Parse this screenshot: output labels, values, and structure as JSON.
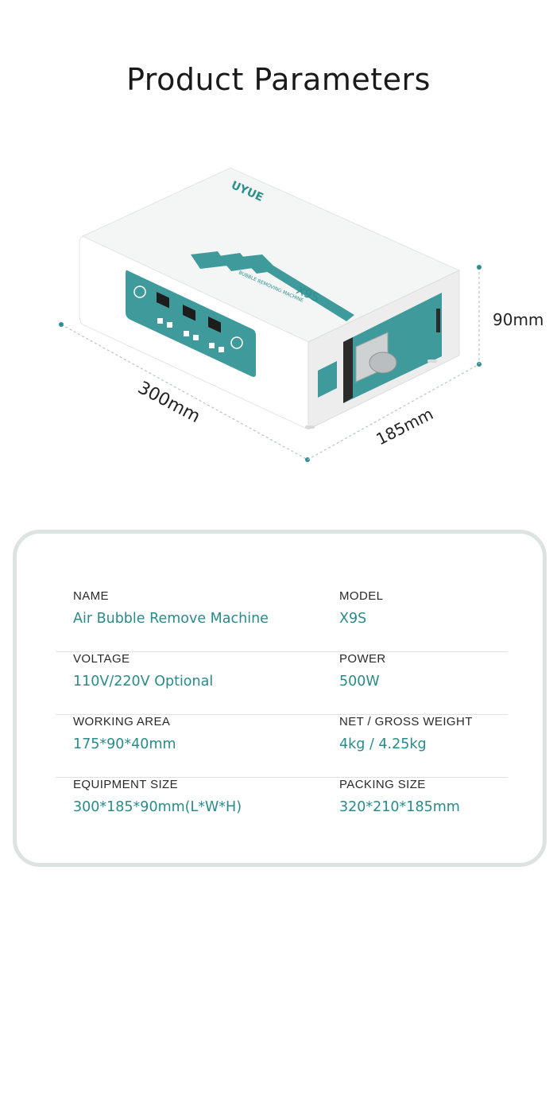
{
  "page": {
    "title": "Product Parameters"
  },
  "product": {
    "brand": "UYUE",
    "model_mark": "X9S",
    "device_caption": "BUBBLE REMOVING MACHINE",
    "dimensions": {
      "length": "300mm",
      "width": "185mm",
      "height": "90mm"
    }
  },
  "specs": [
    {
      "left": {
        "label": "NAME",
        "value": "Air Bubble Remove Machine"
      },
      "right": {
        "label": "MODEL",
        "value": "X9S"
      }
    },
    {
      "left": {
        "label": "VOLTAGE",
        "value": "110V/220V Optional"
      },
      "right": {
        "label": "POWER",
        "value": "500W"
      }
    },
    {
      "left": {
        "label": "WORKING AREA",
        "value": "175*90*40mm"
      },
      "right": {
        "label": "NET / GROSS WEIGHT",
        "value": "4kg / 4.25kg"
      }
    },
    {
      "left": {
        "label": "EQUIPMENT SIZE",
        "value": "300*185*90mm(L*W*H)"
      },
      "right": {
        "label": "PACKING SIZE",
        "value": "320*210*185mm"
      }
    }
  ],
  "colors": {
    "accent": "#2a8a8a",
    "panel": "#3f9b9b",
    "card_border": "#dde3e1"
  }
}
